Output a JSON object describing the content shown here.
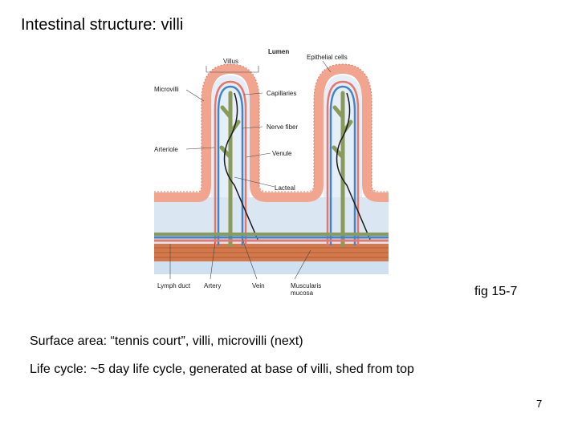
{
  "slide": {
    "title": "Intestinal structure: villi",
    "caption": "fig 15-7",
    "body": [
      "Surface area: “tennis court”, villi, microvilli (next)",
      "Life cycle: ~5 day life cycle, generated at base of villi, shed from top"
    ],
    "page_number": "7"
  },
  "figure": {
    "labels": {
      "lumen": "Lumen",
      "villus": "Villus",
      "epithelial_cells": "Epithelial cells",
      "microvilli": "Microvilli",
      "capillaries": "Capillaries",
      "nerve_fiber": "Nerve fiber",
      "arteriole": "Arteriole",
      "venule": "Venule",
      "lacteal": "Lacteal",
      "lymph_duct": "Lymph duct",
      "artery": "Artery",
      "vein": "Vein",
      "muscularis_mucosa": "Muscularis mucosa"
    },
    "colors": {
      "epithelium": "#f2a58e",
      "epithelium_dark": "#e07a62",
      "lumen_tissue": "#dbe6f3",
      "capillary_red": "#e8776a",
      "capillary_blue": "#3f86c9",
      "lacteal": "#8a9a5b",
      "nerve": "#1a1a1a",
      "muscle": "#d27a4e"
    }
  }
}
